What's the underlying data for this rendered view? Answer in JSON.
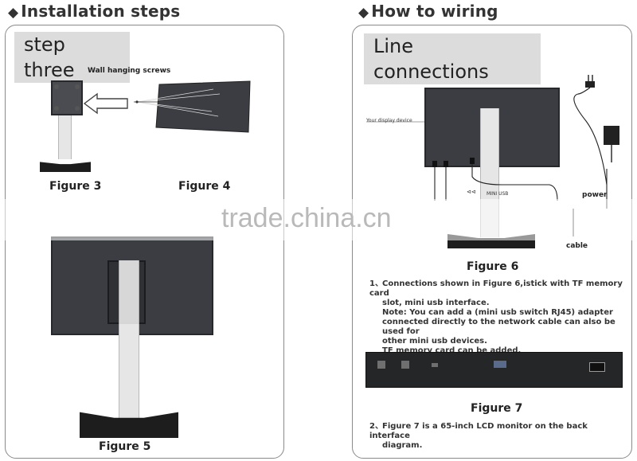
{
  "left": {
    "section_title": "Installation steps",
    "step_label": "step three",
    "wall_screws_label": "Wall hanging screws",
    "figure3_caption": "Figure 3",
    "figure4_caption": "Figure 4",
    "figure5_caption": "Figure 5"
  },
  "right": {
    "section_title": "How to wiring",
    "heading": "Line connections",
    "display_device_label": "Your display device",
    "mini_usb_label": "MINI USB",
    "power_label": "power",
    "cable_label": "cable",
    "figure6_caption": "Figure 6",
    "figure7_caption": "Figure 7",
    "note1_num": "1、",
    "note1_lines": [
      "Connections shown in Figure 6,istick with TF memory card",
      "slot, mini usb interface.",
      "Note: You can add a (mini usb switch RJ45) adapter",
      "connected directly to the network cable can also be used for",
      "other mini usb devices.",
      "TF memory card can be added."
    ],
    "note2_num": "2、",
    "note2_lines": [
      "Figure 7 is a 65-inch LCD monitor on the back interface",
      "diagram."
    ]
  },
  "watermark": "trade.china.cn",
  "diamond_glyph": "◆",
  "colors": {
    "screen": "#3b3d42",
    "pill_bg": "#dcdcdc",
    "panel_border": "#8a8a8a",
    "base": "#1d1d1d"
  }
}
